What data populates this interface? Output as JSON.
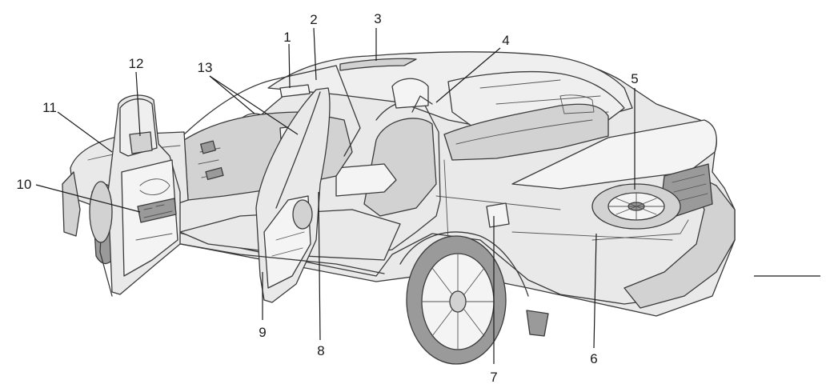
{
  "diagram": {
    "callouts": [
      {
        "id": "1",
        "label": "1"
      },
      {
        "id": "2",
        "label": "2"
      },
      {
        "id": "3",
        "label": "3"
      },
      {
        "id": "4",
        "label": "4"
      },
      {
        "id": "5",
        "label": "5"
      },
      {
        "id": "6",
        "label": "6"
      },
      {
        "id": "7",
        "label": "7"
      },
      {
        "id": "8",
        "label": "8"
      },
      {
        "id": "9",
        "label": "9"
      },
      {
        "id": "10",
        "label": "10"
      },
      {
        "id": "11",
        "label": "11"
      },
      {
        "id": "12",
        "label": "12"
      },
      {
        "id": "13",
        "label": "13"
      }
    ]
  },
  "colors": {
    "ink": "#3a3a3a",
    "body": "#e9e9e9",
    "shade": "#d2d2d2",
    "dark": "#9a9a9a"
  }
}
